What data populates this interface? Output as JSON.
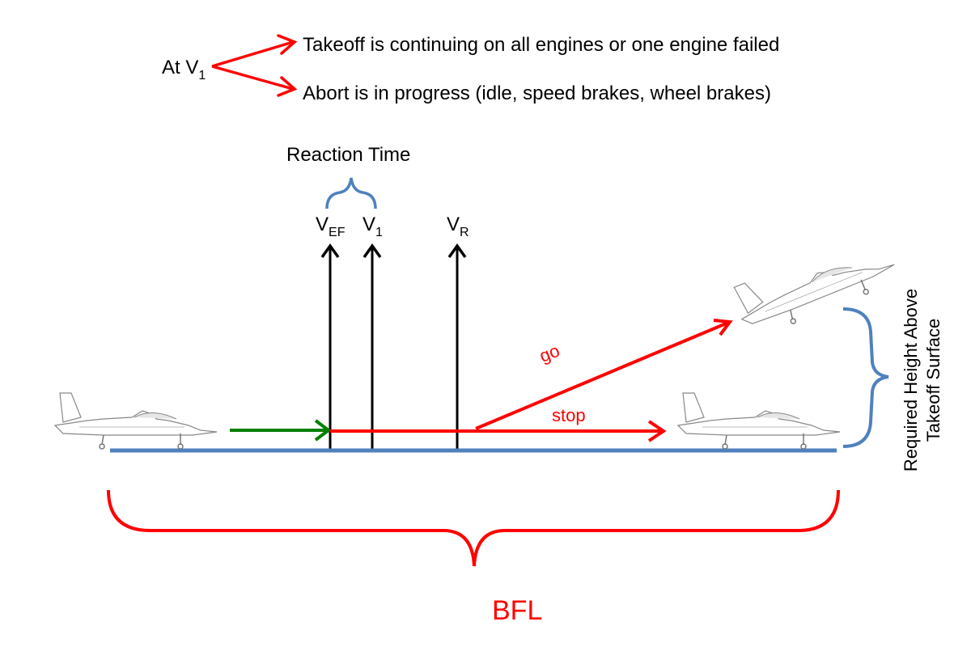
{
  "legend": {
    "at_prefix": "At V",
    "at_sub": "1",
    "continue_text": "Takeoff is continuing on all engines or one engine failed",
    "abort_text": "Abort is in progress (idle, speed brakes, wheel brakes)"
  },
  "reaction_time": "Reaction Time",
  "speeds": [
    {
      "main": "V",
      "sub": "EF"
    },
    {
      "main": "V",
      "sub": "1"
    },
    {
      "main": "V",
      "sub": "R"
    }
  ],
  "paths": {
    "go": "go",
    "stop": "stop"
  },
  "height_label": {
    "line1": "Required Height Above",
    "line2": "Takeoff Surface"
  },
  "bfl": "BFL",
  "colors": {
    "red": "#ff0000",
    "green": "#008000",
    "blue": "#4f81bd",
    "black": "#000000",
    "aircraft": "#999999"
  },
  "icons": [
    "jet-aircraft-icon"
  ]
}
